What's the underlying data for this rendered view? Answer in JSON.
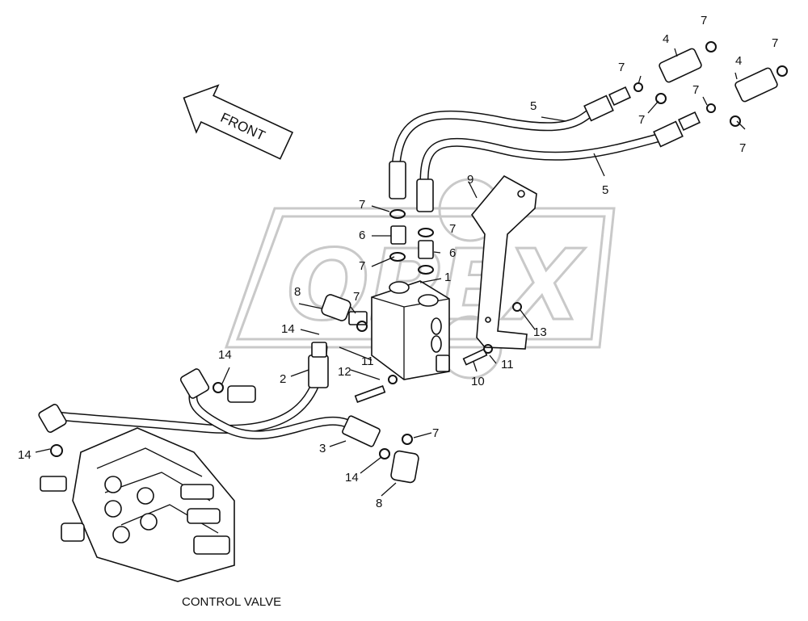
{
  "watermark": {
    "text": "OPEX"
  },
  "front_arrow": {
    "label": "FRONT"
  },
  "caption": "CONTROL VALVE",
  "callouts": [
    "7",
    "4",
    "7",
    "7",
    "7",
    "4",
    "7",
    "7",
    "5",
    "5",
    "9",
    "7",
    "6",
    "7",
    "6",
    "7",
    "1",
    "8",
    "7",
    "14",
    "13",
    "14",
    "11",
    "11",
    "2",
    "12",
    "10",
    "7",
    "3",
    "14",
    "14",
    "8"
  ],
  "colors": {
    "line": "#111111",
    "watermark": "#c9c9c9",
    "background": "#ffffff"
  }
}
